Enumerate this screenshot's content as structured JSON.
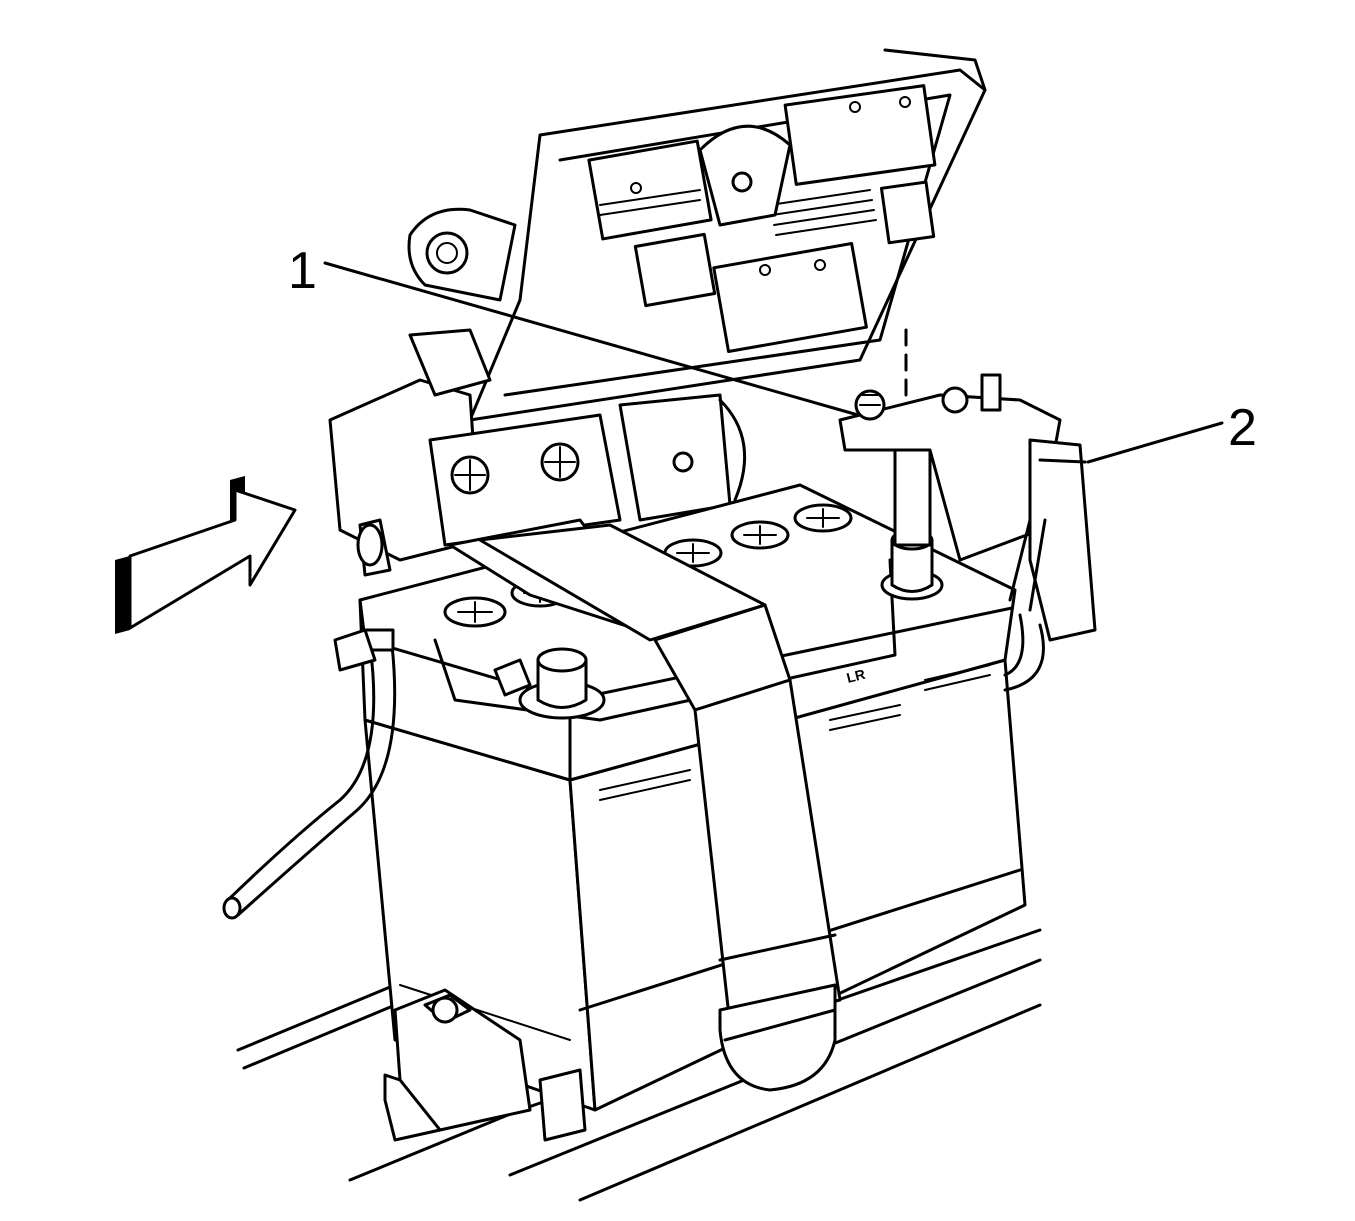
{
  "callouts": [
    {
      "id": "1",
      "label": "1"
    },
    {
      "id": "2",
      "label": "2"
    }
  ],
  "battery": {
    "label": "LR"
  },
  "colors": {
    "line": "#000000",
    "background": "#ffffff"
  },
  "icons": {
    "direction_arrow": "view-direction-arrow-icon"
  }
}
